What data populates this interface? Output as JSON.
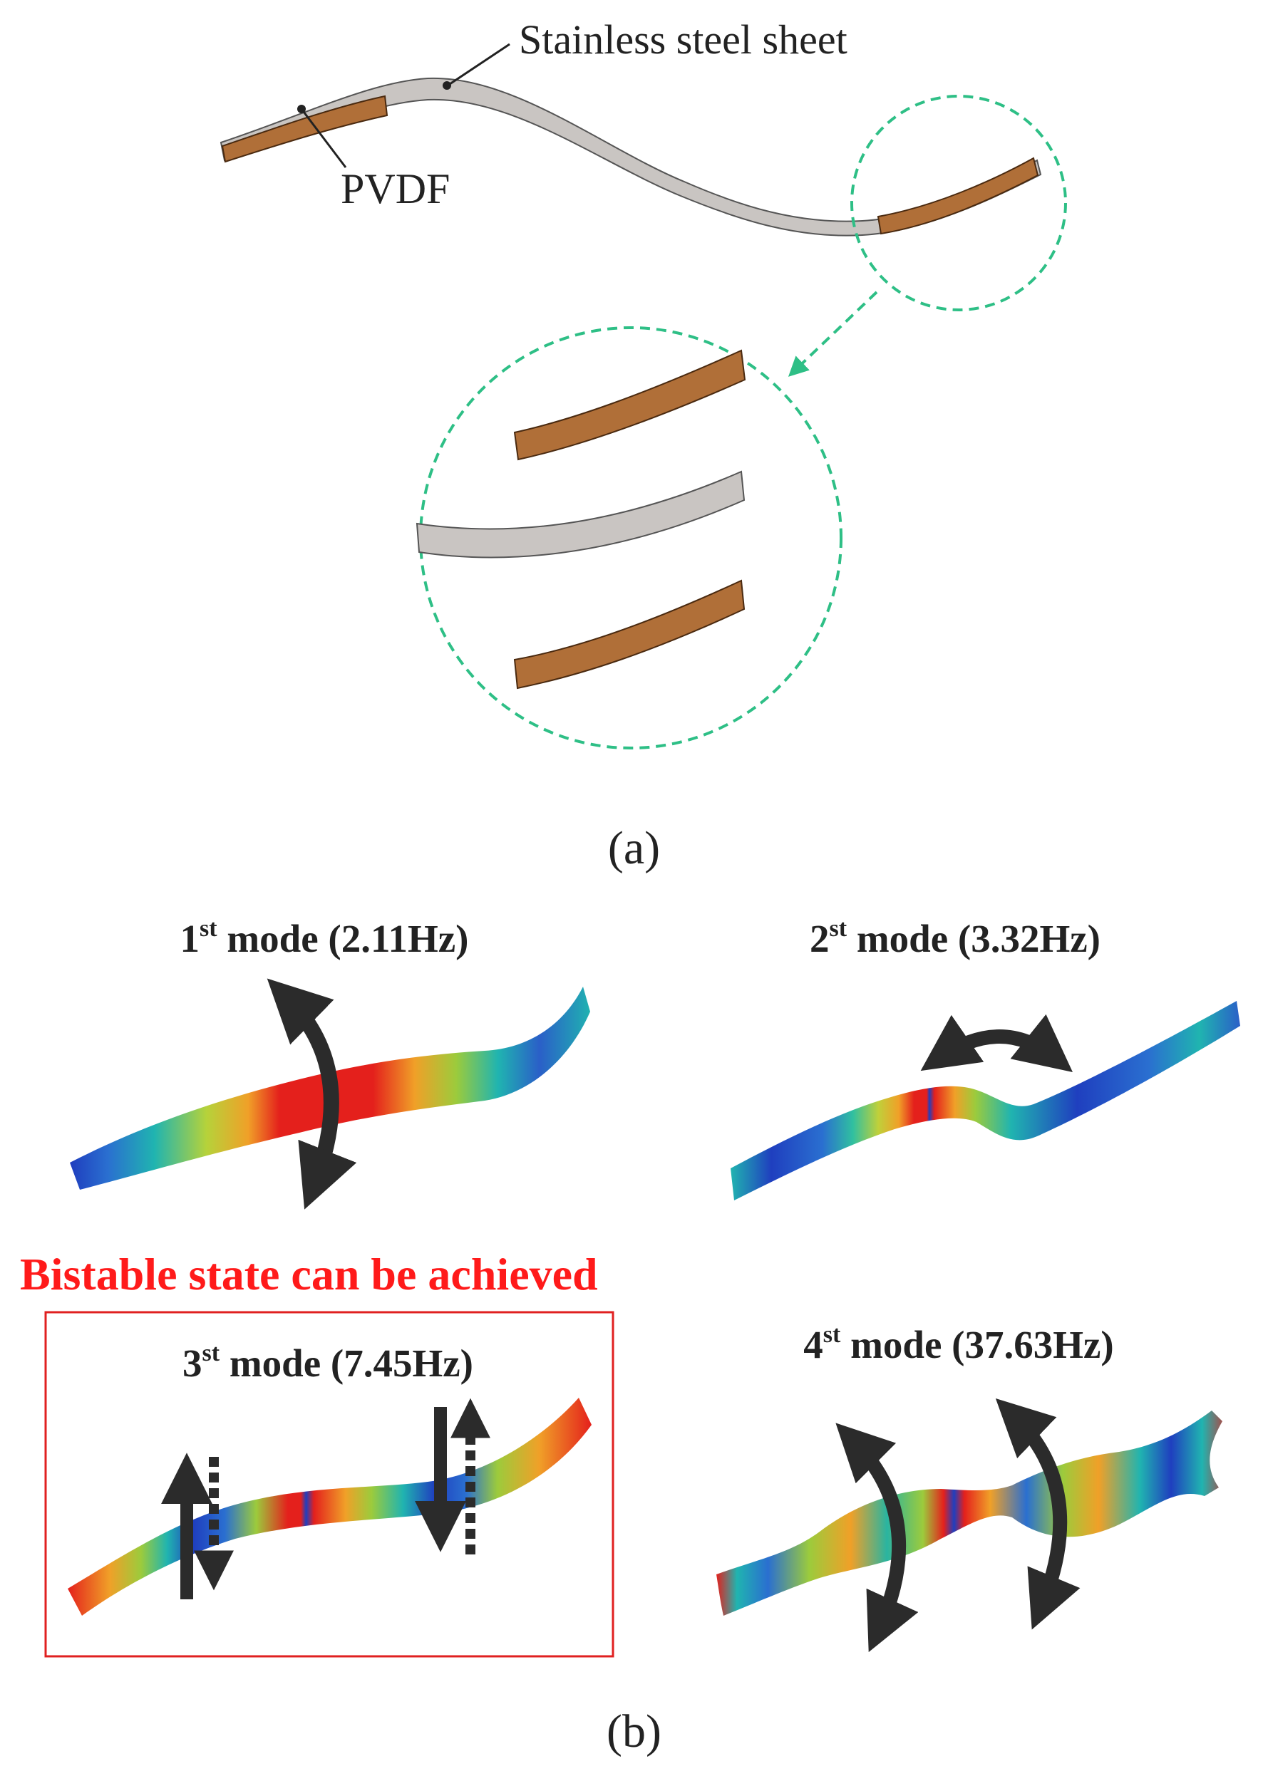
{
  "panel_a": {
    "steel_label": "Stainless steel sheet",
    "pvdf_label": "PVDF",
    "caption": "(a)"
  },
  "panel_b": {
    "caption": "(b)",
    "bistable_note": "Bistable state can be achieved",
    "modes": [
      {
        "num": "1",
        "sup": "st",
        "rest": " mode (2.11Hz)"
      },
      {
        "num": "2",
        "sup": "st",
        "rest": " mode (3.32Hz)"
      },
      {
        "num": "3",
        "sup": "st",
        "rest": " mode (7.45Hz)"
      },
      {
        "num": "4",
        "sup": "st",
        "rest": " mode (37.63Hz)"
      }
    ]
  },
  "colors": {
    "steel": "#c9c5c2",
    "pvdf": "#b06f38",
    "zoom_circle": "#2ebf86",
    "highlight_box": "#e02020",
    "arrow": "#2b2b2b",
    "strain_high": "#e4201c",
    "strain_low": "#1f3fbf"
  }
}
